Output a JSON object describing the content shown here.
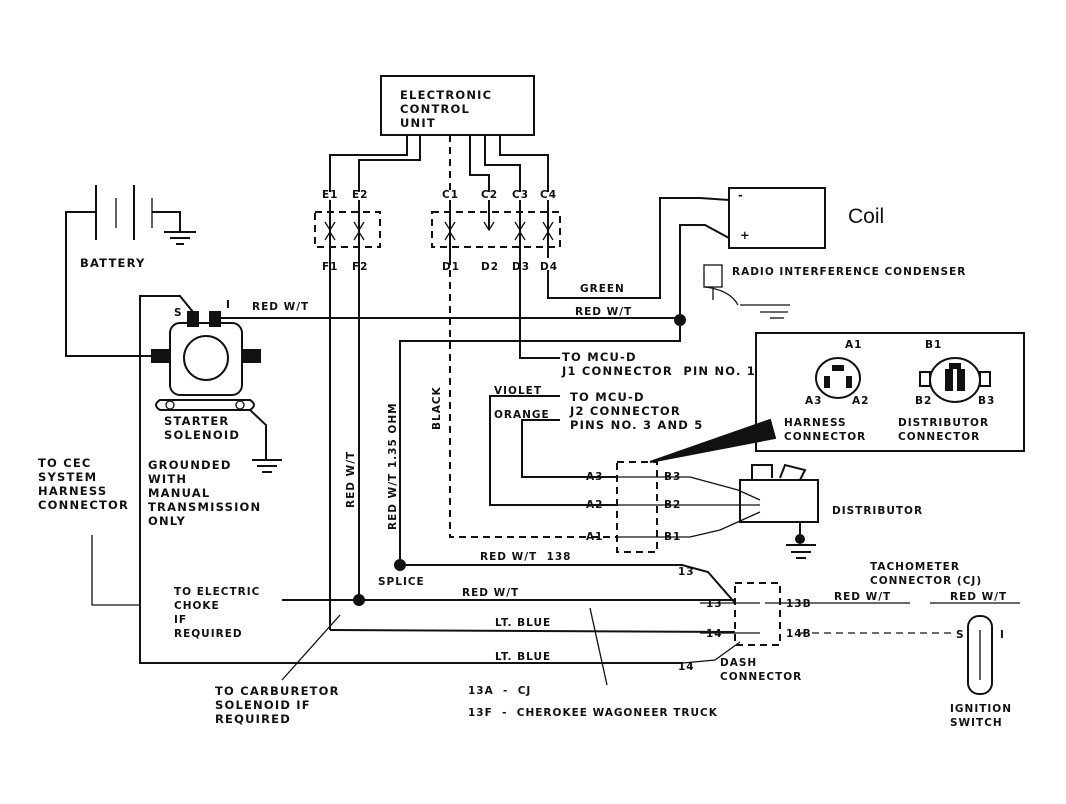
{
  "ecu": {
    "label": "ELECTRONIC\nCONTROL\nUNIT"
  },
  "coil": {
    "label": "Coil",
    "minus": "-",
    "plus": "+"
  },
  "battery": {
    "label": "BATTERY"
  },
  "connectors": {
    "e": [
      "E1",
      "E2"
    ],
    "f": [
      "F1",
      "F2"
    ],
    "c": [
      "C1",
      "C2",
      "C3",
      "C4"
    ],
    "d": [
      "D1",
      "D2",
      "D3",
      "D4"
    ]
  },
  "condenser": {
    "label": "RADIO INTERFERENCE CONDENSER"
  },
  "starter": {
    "s": "S",
    "i": "I",
    "label": "STARTER\nSOLENOID",
    "ground_note": "GROUNDED\nWITH\nMANUAL\nTRANSMISSION\nONLY"
  },
  "wires": {
    "green": "GREEN",
    "red_wt_top": "RED W/T",
    "red_wt_coil": "RED W/T",
    "red_wt_138": "RED W/T  138",
    "red_wt_mid": "RED W/T",
    "lt_blue_1": "LT. BLUE",
    "lt_blue_2": "LT. BLUE",
    "black": "BLACK",
    "red_wt_vert": "RED W/T",
    "red_wt_resist": "RED W/T 1.35 OHM",
    "violet": "VIOLET",
    "orange": "ORANGE",
    "red_wt_tach": "RED W/T",
    "red_wt_tach2": "RED W/T"
  },
  "mcu_j1": {
    "label": "TO MCU-D\nJ1 CONNECTOR  PIN NO. 1"
  },
  "mcu_j2": {
    "label": "TO MCU-D\nJ2 CONNECTOR\nPINS NO. 3 AND 5"
  },
  "inset": {
    "harness_label": "HARNESS\nCONNECTOR",
    "distributor_label": "DISTRIBUTOR\nCONNECTOR",
    "a1": "A1",
    "a2": "A2",
    "a3": "A3",
    "b1": "B1",
    "b2": "B2",
    "b3": "B3"
  },
  "dist_conn": {
    "a3": "A3",
    "a2": "A2",
    "a1": "A1",
    "b3": "B3",
    "b2": "B2",
    "b1": "B1"
  },
  "distributor": {
    "label": "DISTRIBUTOR"
  },
  "cec": {
    "label": "TO CEC\nSYSTEM\nHARNESS\nCONNECTOR"
  },
  "choke": {
    "label": "TO ELECTRIC\nCHOKE\nIF\nREQUIRED"
  },
  "splice": {
    "label": "SPLICE"
  },
  "carb": {
    "label": "TO CARBURETOR\nSOLENOID IF\nREQUIRED"
  },
  "dash": {
    "label": "DASH\nCONNECTOR",
    "p13_top": "13",
    "p13": "13",
    "p14": "14",
    "p14_low": "14",
    "p13b": "13B",
    "p14b": "14B"
  },
  "notes": {
    "line1": "13A  -  CJ",
    "line2": "13F  -  CHEROKEE WAGONEER TRUCK"
  },
  "tach": {
    "label": "TACHOMETER\nCONNECTOR (CJ)"
  },
  "ignition": {
    "label": "IGNITION\nSWITCH",
    "s": "S",
    "i": "I"
  }
}
